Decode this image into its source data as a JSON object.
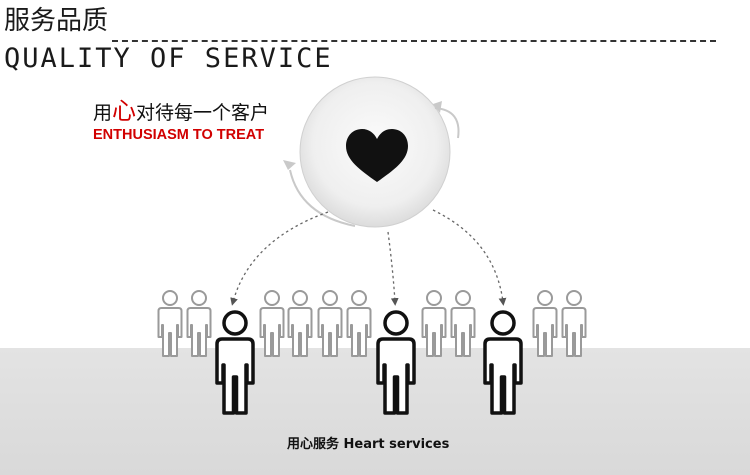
{
  "header": {
    "title_cn": "服务品质",
    "title_en": "QUALITY OF SERVICE"
  },
  "slogan": {
    "cn_prefix": "用",
    "cn_highlight": "心",
    "cn_suffix": "对待每一个客户",
    "en": "ENTHUSIASM TO TREAT"
  },
  "caption": "用心服务 Heart services",
  "colors": {
    "accent_red": "#d10000",
    "text": "#111111",
    "figure_outline": "#111111",
    "faded_figure": "#9a9a9a",
    "floor": "#dddddd"
  },
  "icons": {
    "center": "heart-icon",
    "people": "person-figure-icon"
  }
}
